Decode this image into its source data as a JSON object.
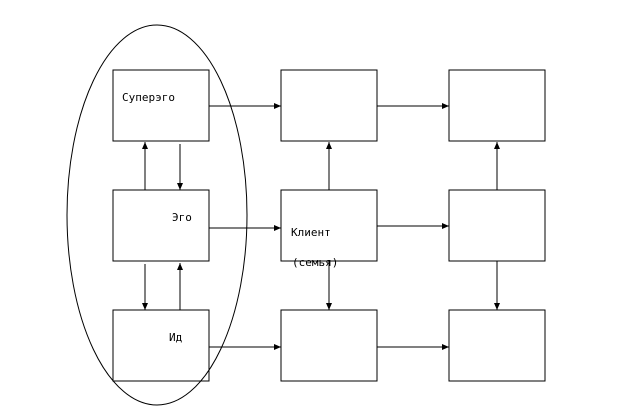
{
  "diagram": {
    "labels": {
      "superego": "Суперэго",
      "ego": "Эго",
      "id": "Ид",
      "client": "Клиент",
      "family": "(семья)"
    },
    "colors": {
      "stroke": "#000000",
      "background": "#ffffff"
    }
  }
}
